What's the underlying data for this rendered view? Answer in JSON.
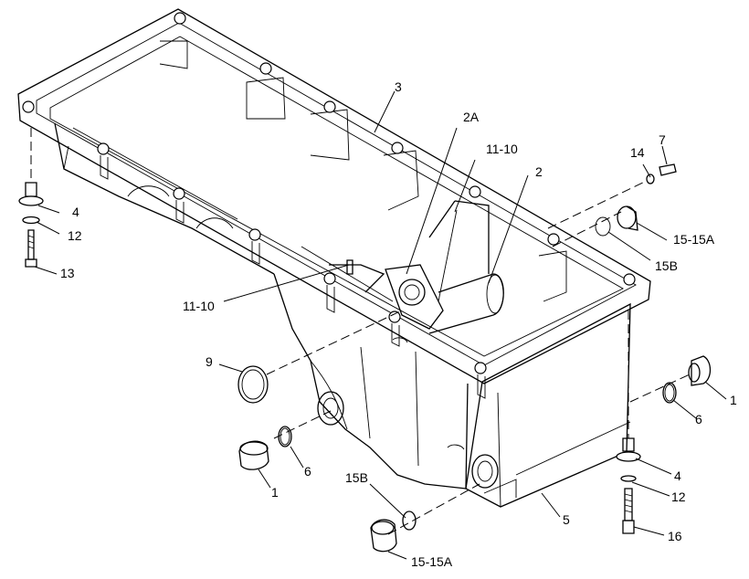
{
  "diagram": {
    "colors": {
      "line": "#000000",
      "background": "#ffffff"
    },
    "callouts": {
      "c_3": "3",
      "c_2a": "2A",
      "c_11_10_top": "11-10",
      "c_2": "2",
      "c_14": "14",
      "c_7": "7",
      "c_4_left": "4",
      "c_12_left": "12",
      "c_13": "13",
      "c_15_15a_right": "15-15A",
      "c_15b_right": "15B",
      "c_11_10_left": "11-10",
      "c_9": "9",
      "c_1_right": "1",
      "c_6_right": "6",
      "c_6_left": "6",
      "c_1_left": "1",
      "c_4_right": "4",
      "c_12_right": "12",
      "c_15b_bottom": "15B",
      "c_5": "5",
      "c_16": "16",
      "c_15_15a_bottom": "15-15A"
    }
  }
}
